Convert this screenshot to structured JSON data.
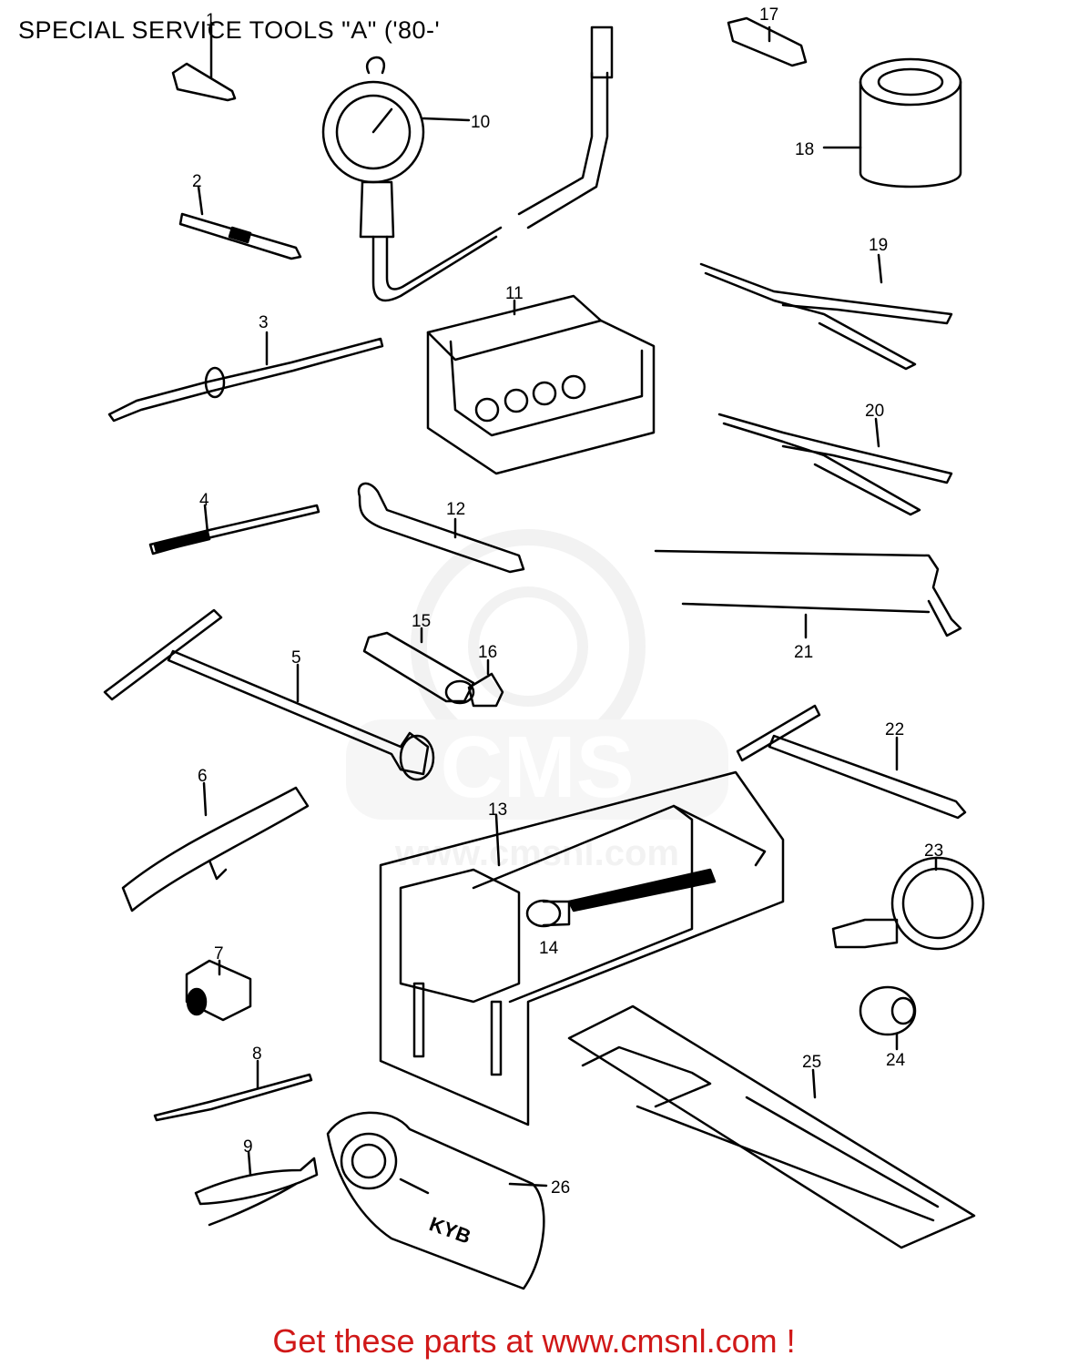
{
  "page": {
    "title": "SPECIAL SERVICE TOOLS \"A\" ('80-'",
    "footer": "Get these parts at www.cmsnl.com !"
  },
  "colors": {
    "footer_text": "#d01818",
    "line": "#000000",
    "watermark": "#cccccc"
  },
  "watermark": {
    "text": "CMS",
    "subtext": "www.cmsnl.com"
  },
  "callouts": [
    "1",
    "2",
    "3",
    "4",
    "5",
    "6",
    "7",
    "8",
    "9",
    "10",
    "11",
    "12",
    "13",
    "14",
    "15",
    "16",
    "17",
    "18",
    "19",
    "20",
    "21",
    "22",
    "23",
    "24",
    "25",
    "26"
  ],
  "tool_labels": {
    "kyb": "KYB"
  }
}
